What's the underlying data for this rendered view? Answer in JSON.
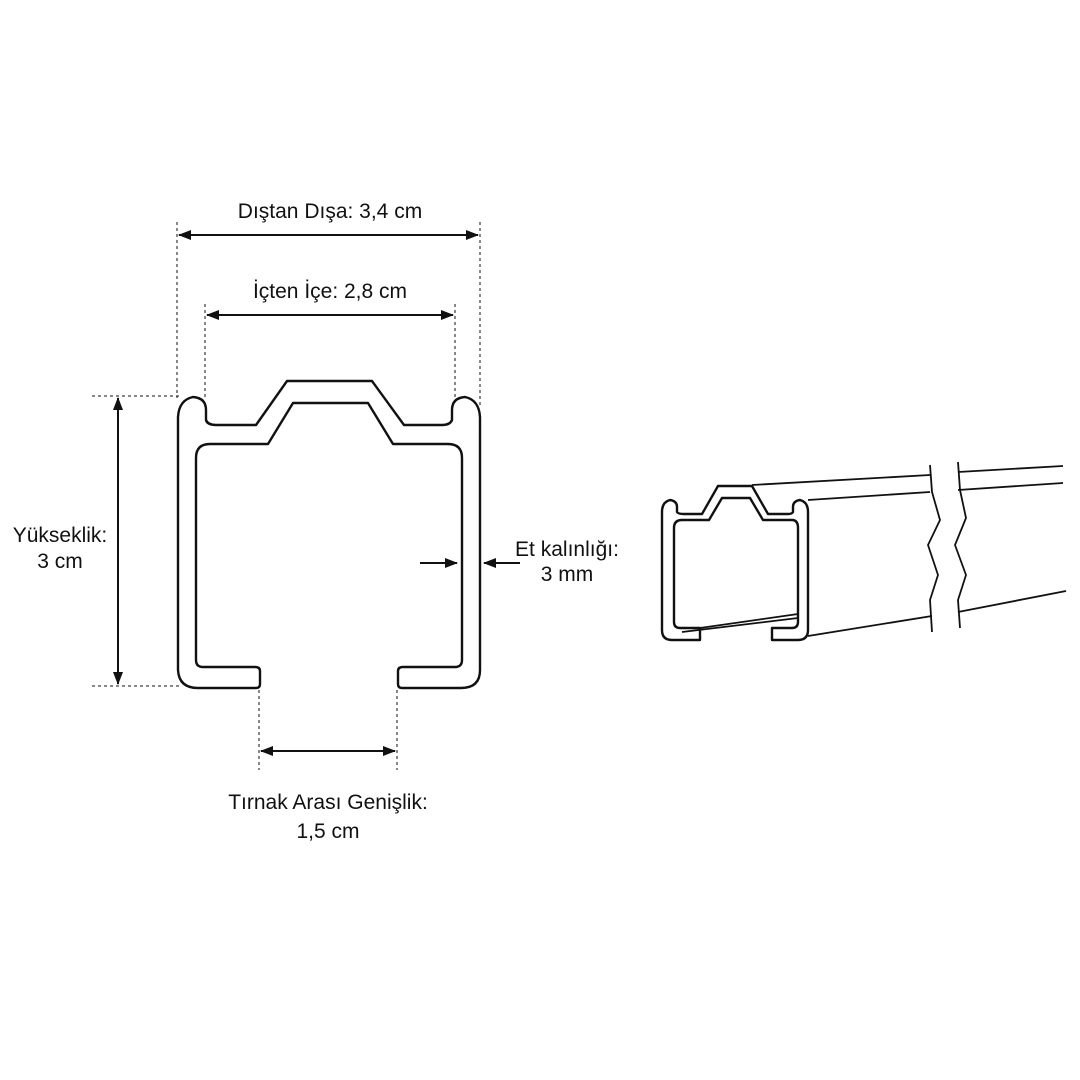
{
  "dimensions": {
    "outer_width": "Dıştan Dışa: 3,4 cm",
    "inner_width": "İçten İçe: 2,8 cm",
    "height_label": "Yükseklik:",
    "height_value": "3 cm",
    "wall_label": "Et kalınlığı:",
    "wall_value": "3 mm",
    "gap_label": "Tırnak Arası Genişlik:",
    "gap_value": "1,5 cm"
  },
  "colors": {
    "line": "#111111",
    "background": "#ffffff"
  }
}
